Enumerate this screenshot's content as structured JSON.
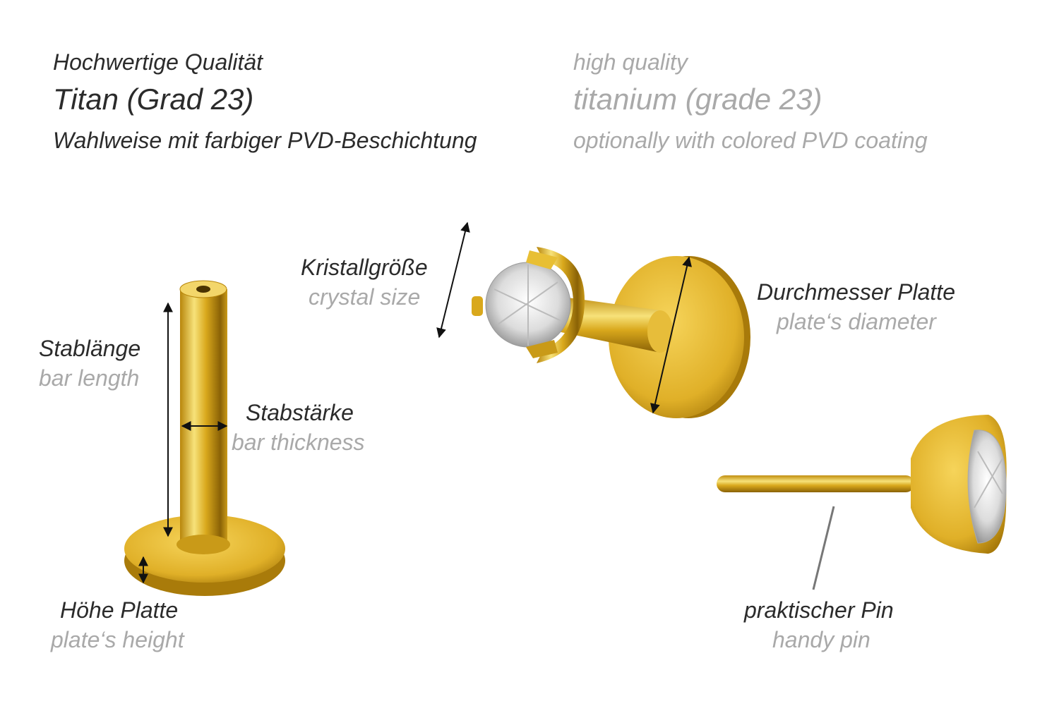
{
  "header": {
    "de": {
      "quality": "Hochwertige Qualität",
      "material": "Titan (Grad 23)",
      "coating": "Wahlweise mit farbiger PVD-Beschichtung"
    },
    "en": {
      "quality": "high quality",
      "material": "titanium (grade 23)",
      "coating": "optionally with colored PVD coating"
    }
  },
  "labels": {
    "bar_length": {
      "de": "Stablänge",
      "en": "bar length"
    },
    "bar_thickness": {
      "de": "Stabstärke",
      "en": "bar thickness"
    },
    "plate_height": {
      "de": "Höhe Platte",
      "en": "plate‘s height"
    },
    "crystal_size": {
      "de": "Kristallgröße",
      "en": "crystal size"
    },
    "plate_diameter": {
      "de": "Durchmesser Platte",
      "en": "plate‘s diameter"
    },
    "pin": {
      "de": "praktischer Pin",
      "en": "handy pin"
    }
  },
  "colors": {
    "gold": "#d9a81c",
    "gold_light": "#f7e27a",
    "gold_dark": "#9a6e08",
    "text_dark": "#2b2b2b",
    "text_gray": "#a9a9a9"
  }
}
